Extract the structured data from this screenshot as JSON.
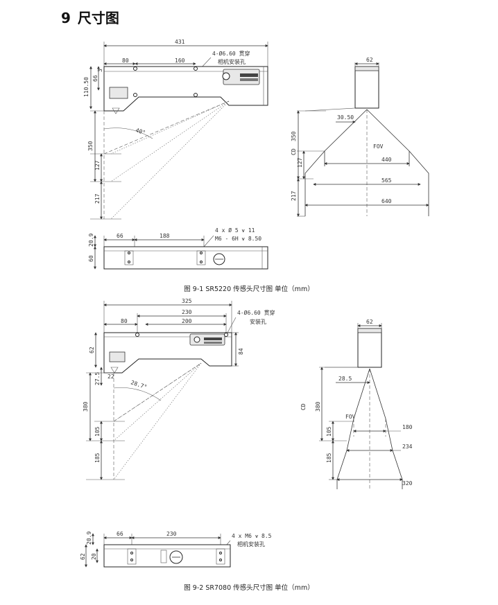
{
  "section": {
    "number": "9",
    "title": "尺寸图"
  },
  "figure1": {
    "caption": "图 9-1  SR5220 传感头尺寸图 单位（mm）",
    "side": {
      "overall_width": "431",
      "dim_80": "80",
      "dim_160": "160",
      "hole_note_line1": "4-Ø6.60 贯穿",
      "hole_note_line2": "相机安装孔",
      "dim_110_50": "110.50",
      "dim_66": "66",
      "dim_3": "3",
      "dim_350": "350",
      "dim_127": "127",
      "dim_217": "217",
      "angle": "40°"
    },
    "front": {
      "width_62": "62",
      "dim_30_50": "30.50",
      "cd": "CD",
      "fov": "FOV",
      "dim_350": "350",
      "dim_127": "127",
      "dim_217": "217",
      "w_440": "440",
      "w_565": "565",
      "w_640": "640"
    },
    "bottom": {
      "dim_66": "66",
      "dim_188": "188",
      "dim_20_9": "20.9",
      "dim_60": "60",
      "note_line1": "4 x Ø 5 ⩛ 11",
      "note_line2": "M6 - 6H ⩛ 8.50"
    }
  },
  "figure2": {
    "caption": "图 9-2  SR7080 传感头尺寸图 单位（mm）",
    "side": {
      "overall_width": "325",
      "dim_230": "230",
      "dim_80": "80",
      "dim_200": "200",
      "hole_note_line1": "4-Ø6.60 贯穿",
      "hole_note_line2": "安装孔",
      "dim_62": "62",
      "dim_84": "84",
      "dim_27_5": "27.5",
      "dim_22": "22",
      "angle": "28.7°",
      "dim_380": "380",
      "dim_105": "105",
      "dim_185": "185"
    },
    "front": {
      "width_62": "62",
      "dim_28_5": "28.5",
      "cd": "CD",
      "fov": "FOV",
      "dim_380": "380",
      "dim_105": "105",
      "dim_185": "185",
      "w_180": "180",
      "w_234": "234",
      "w_320": "320"
    },
    "bottom": {
      "dim_66": "66",
      "dim_230": "230",
      "dim_20_9": "20.9",
      "dim_62": "62",
      "dim_20": "20",
      "note_line1": "4 x M6 ⩛ 8.5",
      "note_line2": "相机安装孔"
    }
  }
}
